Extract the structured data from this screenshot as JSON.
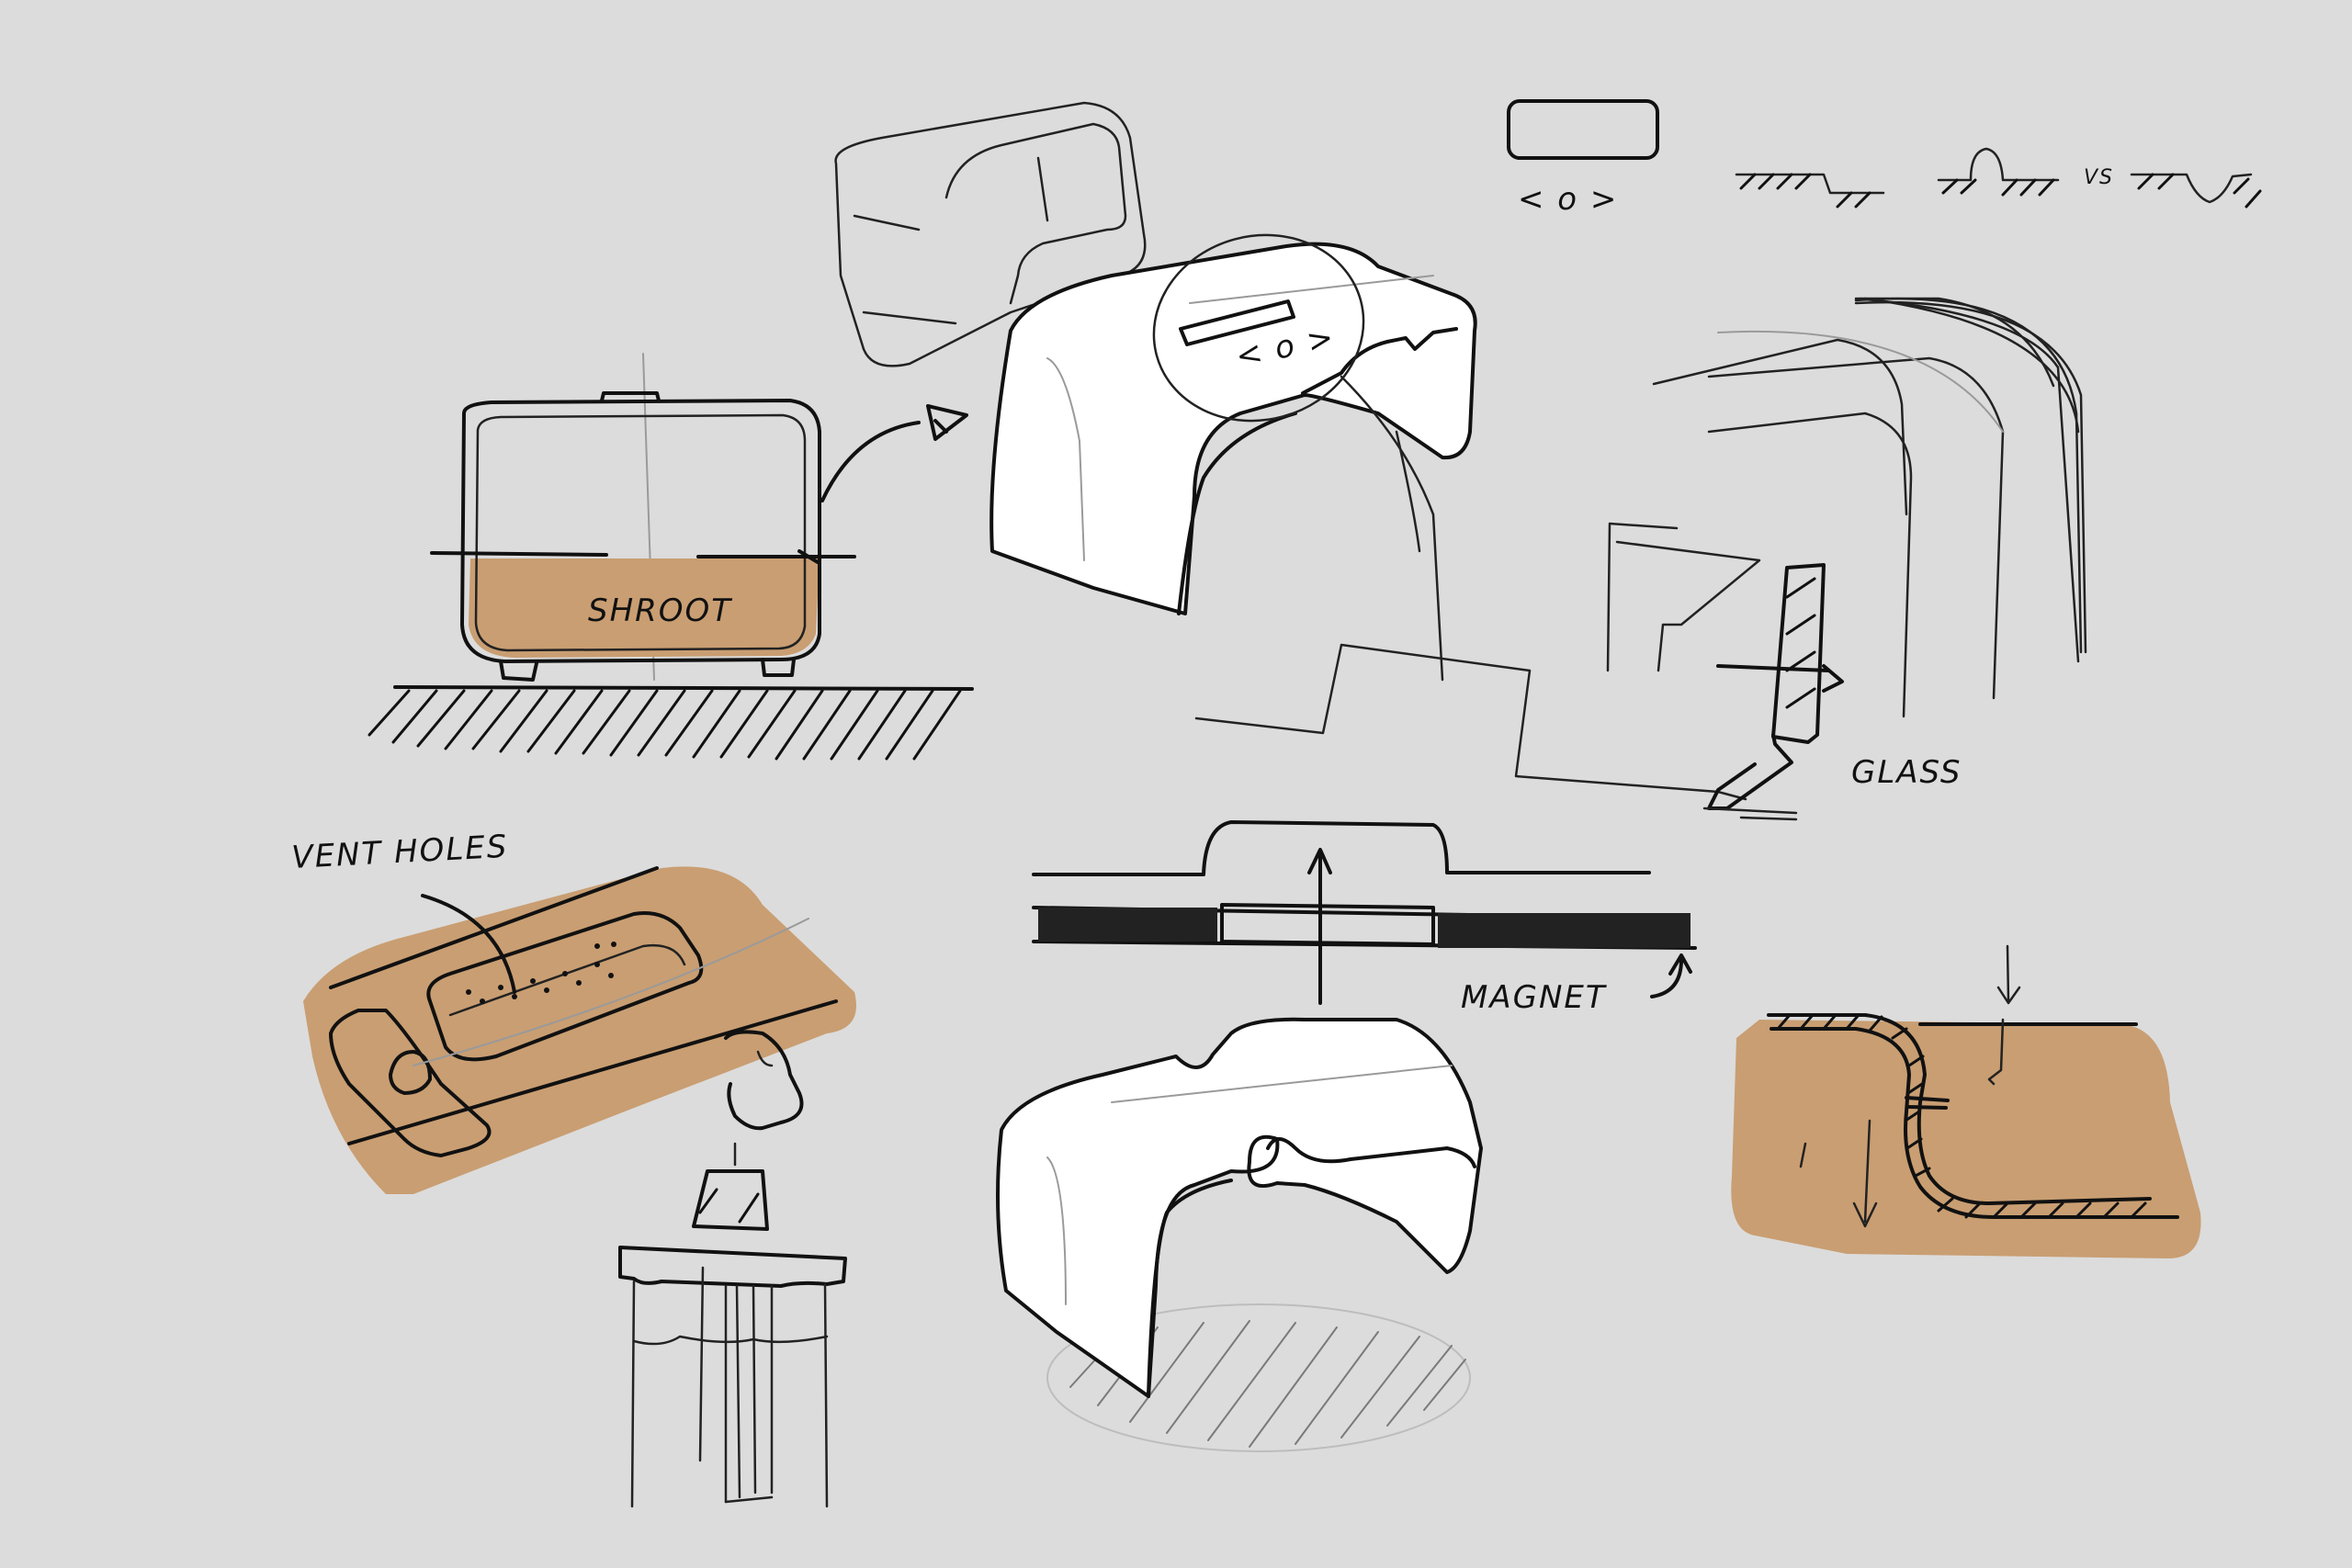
{
  "labels": {
    "shell_label": "SHROOT",
    "vent_holes": "VENT HOLES",
    "glass": "GLASS",
    "magnet": "MAGNET",
    "vs": "VS",
    "display_symbols": "< o >",
    "display_symbols_small": "< o >"
  },
  "colors": {
    "background": "#dcdcdc",
    "ink": "#111111",
    "accent_tan": "#c99e72"
  }
}
